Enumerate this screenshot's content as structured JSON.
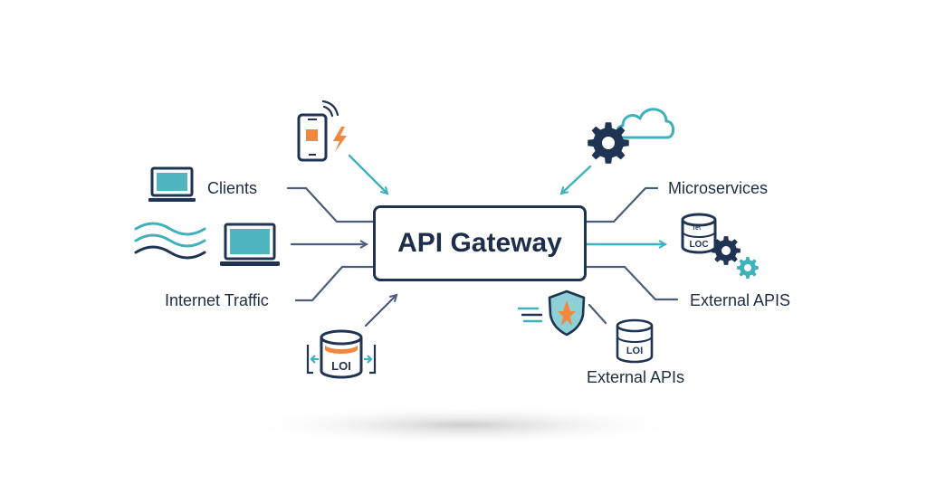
{
  "gateway": {
    "title": "API Gateway"
  },
  "labels": {
    "clients": "Clients",
    "internet_traffic": "Internet Traffic",
    "microservices": "Microservices",
    "external_apis_right": "External APIS",
    "external_apis_bottom": "External APIs"
  },
  "icon_text": {
    "db_bottom_left": "LOI",
    "db_right": "LOC",
    "db_right_small": "Te\\",
    "db_bottom_right": "LOI"
  },
  "icons": [
    "desktop-monitor-icon",
    "wave-lines-icon",
    "laptop-icon",
    "mobile-phone-icon",
    "lightning-icon",
    "database-icon",
    "gear-icon",
    "cloud-icon",
    "shield-icon"
  ],
  "colors": {
    "navy": "#1f3352",
    "teal": "#3fb1bb",
    "orange": "#f0883e",
    "screen": "#4fb6bf"
  }
}
